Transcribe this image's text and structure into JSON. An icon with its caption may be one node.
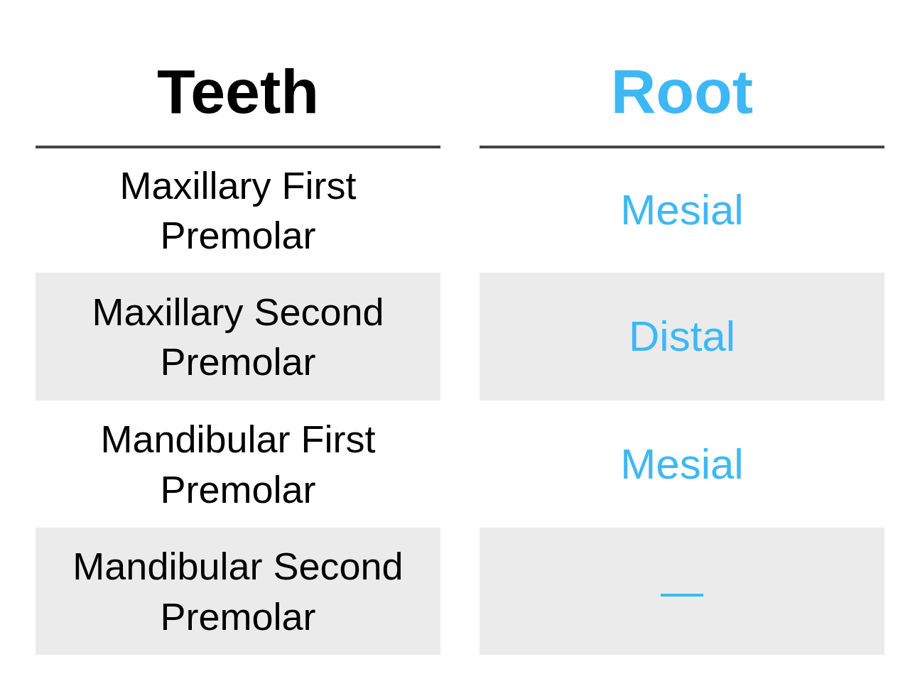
{
  "diagram": {
    "labels": [
      "Teeth",
      "Root",
      "Maxillary First Premolar",
      "Mesial",
      "Maxillary Second Premolar",
      "Distal",
      "Mandibular First Premolar",
      "Mesial",
      "Mandibular Second Premolar",
      "—"
    ]
  }
}
